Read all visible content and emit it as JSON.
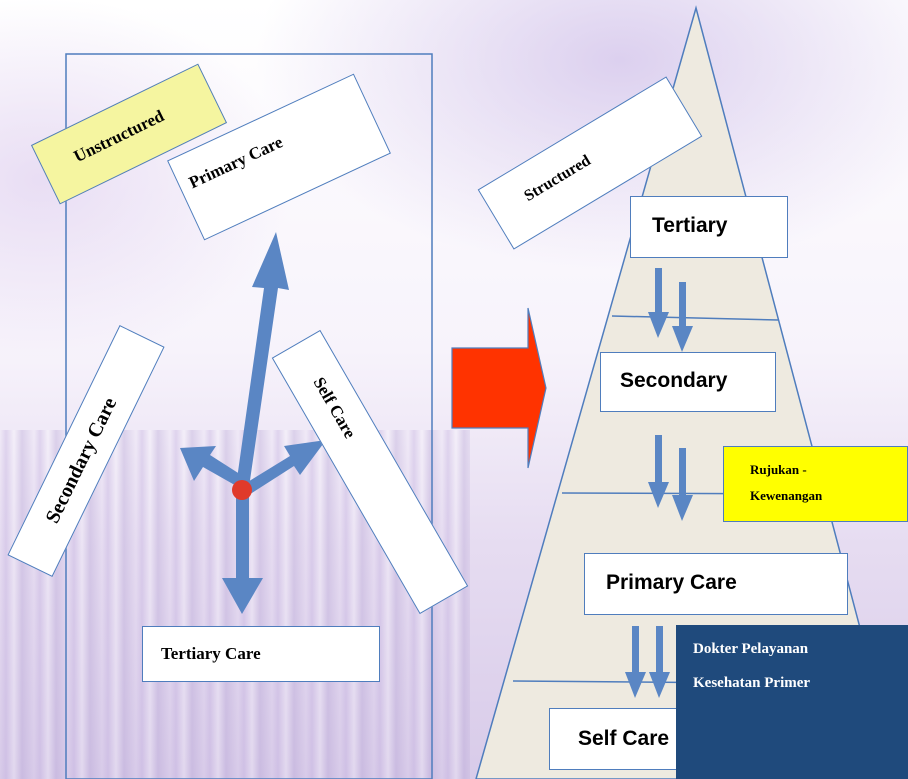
{
  "left_panel": {
    "unstructured": "Unstructured",
    "primary_care": "Primary Care",
    "self_care": "Self Care",
    "secondary_care": "Secondary Care",
    "tertiary_care": "Tertiary Care"
  },
  "right_panel": {
    "structured": "Structured",
    "tertiary": "Tertiary",
    "secondary": "Secondary",
    "primary_care": "Primary Care",
    "self_care": "Self Care"
  },
  "callouts": {
    "rujukan": "Rujukan -",
    "kewenangan": "Kewenangan",
    "dokter": "Dokter Pelayanan",
    "kesehatan": "Kesehatan Primer"
  },
  "colors": {
    "outline": "#4f7dbd",
    "arrow": "#5a86c4",
    "pyramid": "#eeeae0",
    "red_arrow": "#ff3300",
    "callout_yellow": "#ffff00",
    "label_yellow": "#f5f5a0",
    "callout_navy": "#1f4a7c"
  }
}
